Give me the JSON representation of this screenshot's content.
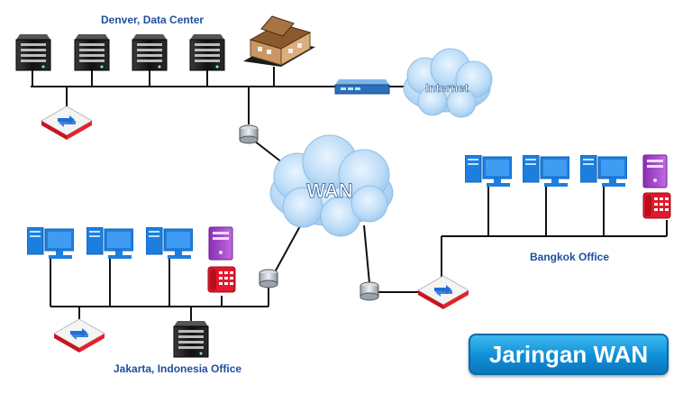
{
  "labels": {
    "denver": "Denver, Data Center",
    "bangkok": "Bangkok Office",
    "jakarta": "Jakarta, Indonesia Office",
    "internet": "Internet",
    "wan": "WAN"
  },
  "title": "Jaringan WAN",
  "icons": {
    "server": "server-icon",
    "building": "building-icon",
    "modem": "modem-icon",
    "router": "router-icon",
    "connector": "connector-icon",
    "cloud": "cloud-icon",
    "desktop": "desktop-computer-icon",
    "tower": "pc-tower-icon",
    "phone": "ip-phone-icon"
  },
  "colors": {
    "label": "#1f4fa0",
    "cloud": "#b9dcf6",
    "badge": "#0f8fd6",
    "computer": "#1c7fe0",
    "tower": "#a347c9",
    "phone": "#e0192c",
    "line": "#111111"
  }
}
